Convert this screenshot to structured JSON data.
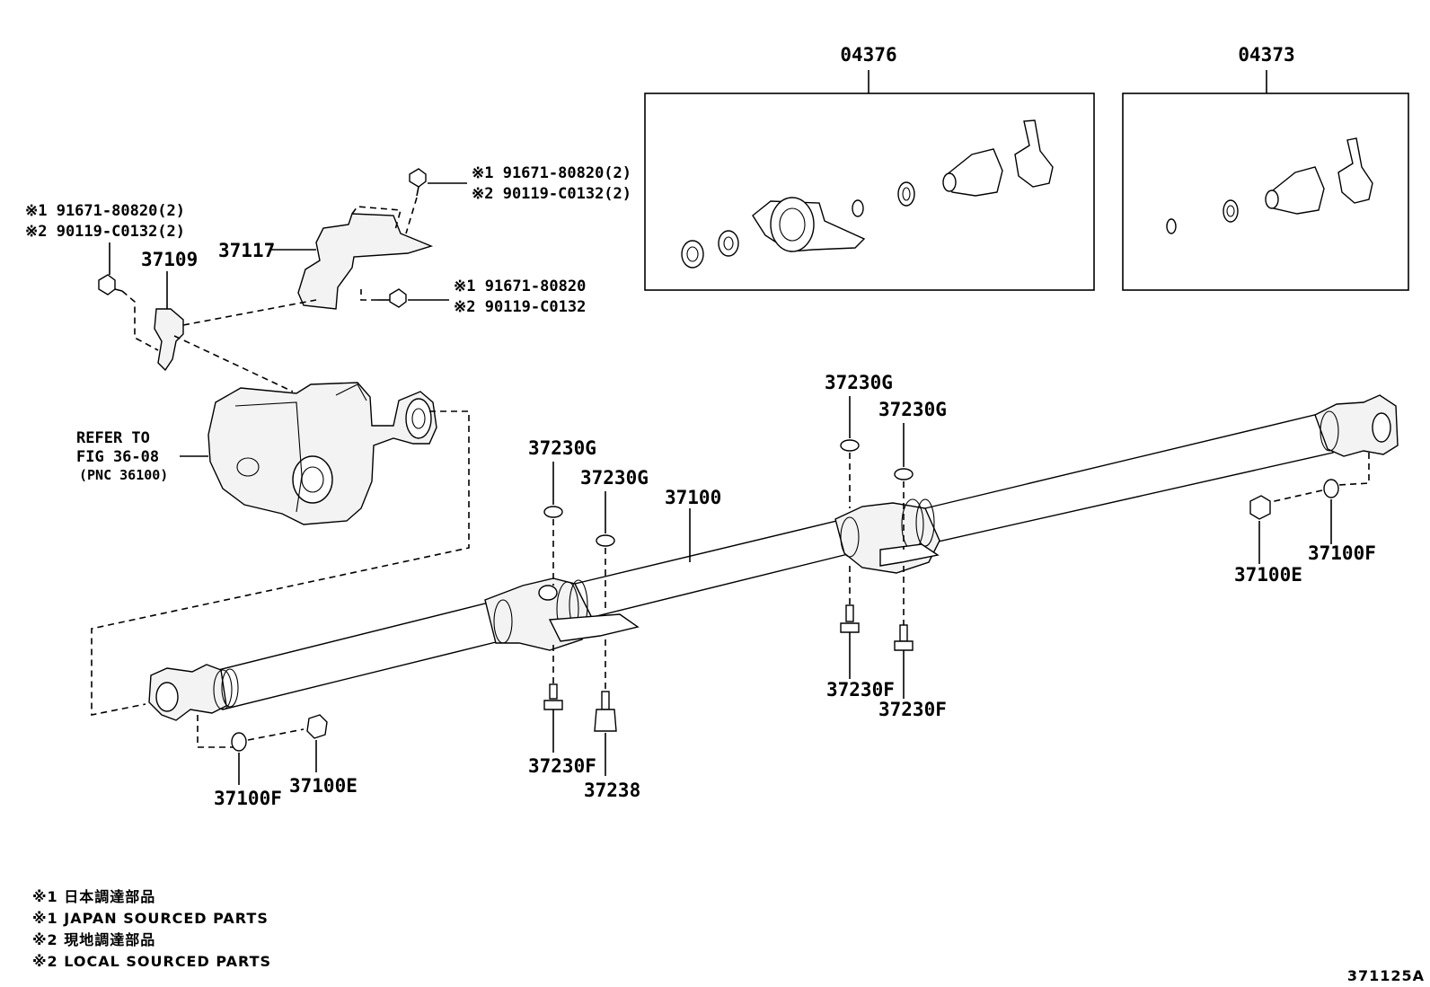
{
  "kits": {
    "kit_a": "04376",
    "kit_b": "04373"
  },
  "parts": {
    "bolt_top": {
      "line1": "※1 91671-80820(2)",
      "line2": "※2 90119-C0132(2)"
    },
    "bolt_left": {
      "line1": "※1 91671-80820(2)",
      "line2": "※2 90119-C0132(2)"
    },
    "bolt_mid": {
      "line1": "※1 91671-80820",
      "line2": "※2 90119-C0132"
    },
    "p37117": "37117",
    "p37109": "37109",
    "p37100": "37100",
    "p37230g": "37230G",
    "p37230f": "37230F",
    "p37238": "37238",
    "p37100e": "37100E",
    "p37100f": "37100F",
    "refer": {
      "line1": "REFER TO",
      "line2": "FIG 36-08",
      "line3": "(PNC 36100)"
    }
  },
  "notes": [
    "※1 日本調達部品",
    "※1 JAPAN SOURCED PARTS",
    "※2 現地調達部品",
    "※2 LOCAL SOURCED PARTS"
  ],
  "figure_id": "371125A"
}
